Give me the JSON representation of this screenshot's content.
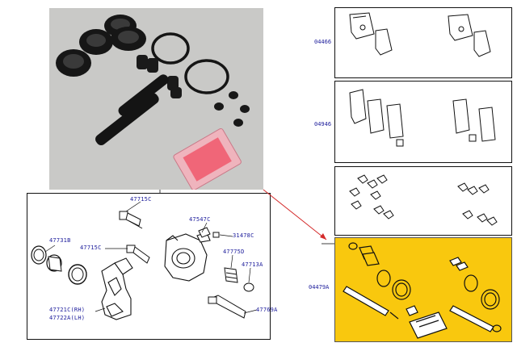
{
  "main_diagram": {
    "callouts": [
      {
        "id": "c1",
        "text": "47715C"
      },
      {
        "id": "c2",
        "text": "47547C"
      },
      {
        "id": "c3",
        "text": "31478C"
      },
      {
        "id": "c4",
        "text": "47731B"
      },
      {
        "id": "c5",
        "text": "47715C"
      },
      {
        "id": "c6",
        "text": "47775D"
      },
      {
        "id": "c7",
        "text": "47713A"
      },
      {
        "id": "c8",
        "text": "47721C(RH)"
      },
      {
        "id": "c9",
        "text": "47722A(LH)"
      },
      {
        "id": "c10",
        "text": "47769A"
      }
    ]
  },
  "side_panels": [
    {
      "code": "04466"
    },
    {
      "code": "04946"
    },
    {
      "code": "04479A"
    }
  ],
  "colors": {
    "callout_text": "#1a1a9a",
    "highlight_fill": "#f9c80e",
    "arrow": "#d42a2a",
    "photo_bg": "#c8c8c6",
    "seal_pack": "#f07a86"
  }
}
